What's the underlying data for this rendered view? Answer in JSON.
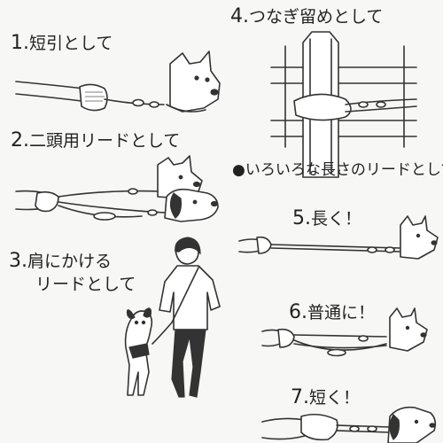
{
  "sections": [
    {
      "id": "s1",
      "number": "1.",
      "text": "短引として"
    },
    {
      "id": "s2",
      "number": "2.",
      "text": "二頭用リードとして"
    },
    {
      "id": "s3",
      "number": "3.",
      "text": "肩にかける",
      "text2": "リードとして"
    },
    {
      "id": "s4",
      "number": "4.",
      "text": "つなぎ留めとして"
    },
    {
      "id": "s5",
      "bullet": "●",
      "text": "いろいろな長さのリードとして"
    },
    {
      "id": "s6",
      "number": "5.",
      "text": "長く！"
    },
    {
      "id": "s7",
      "number": "6.",
      "text": "普通に！"
    },
    {
      "id": "s8",
      "number": "7.",
      "text": "短く！"
    }
  ],
  "colors": {
    "background": "#f7f7f5",
    "ink": "#333333"
  }
}
